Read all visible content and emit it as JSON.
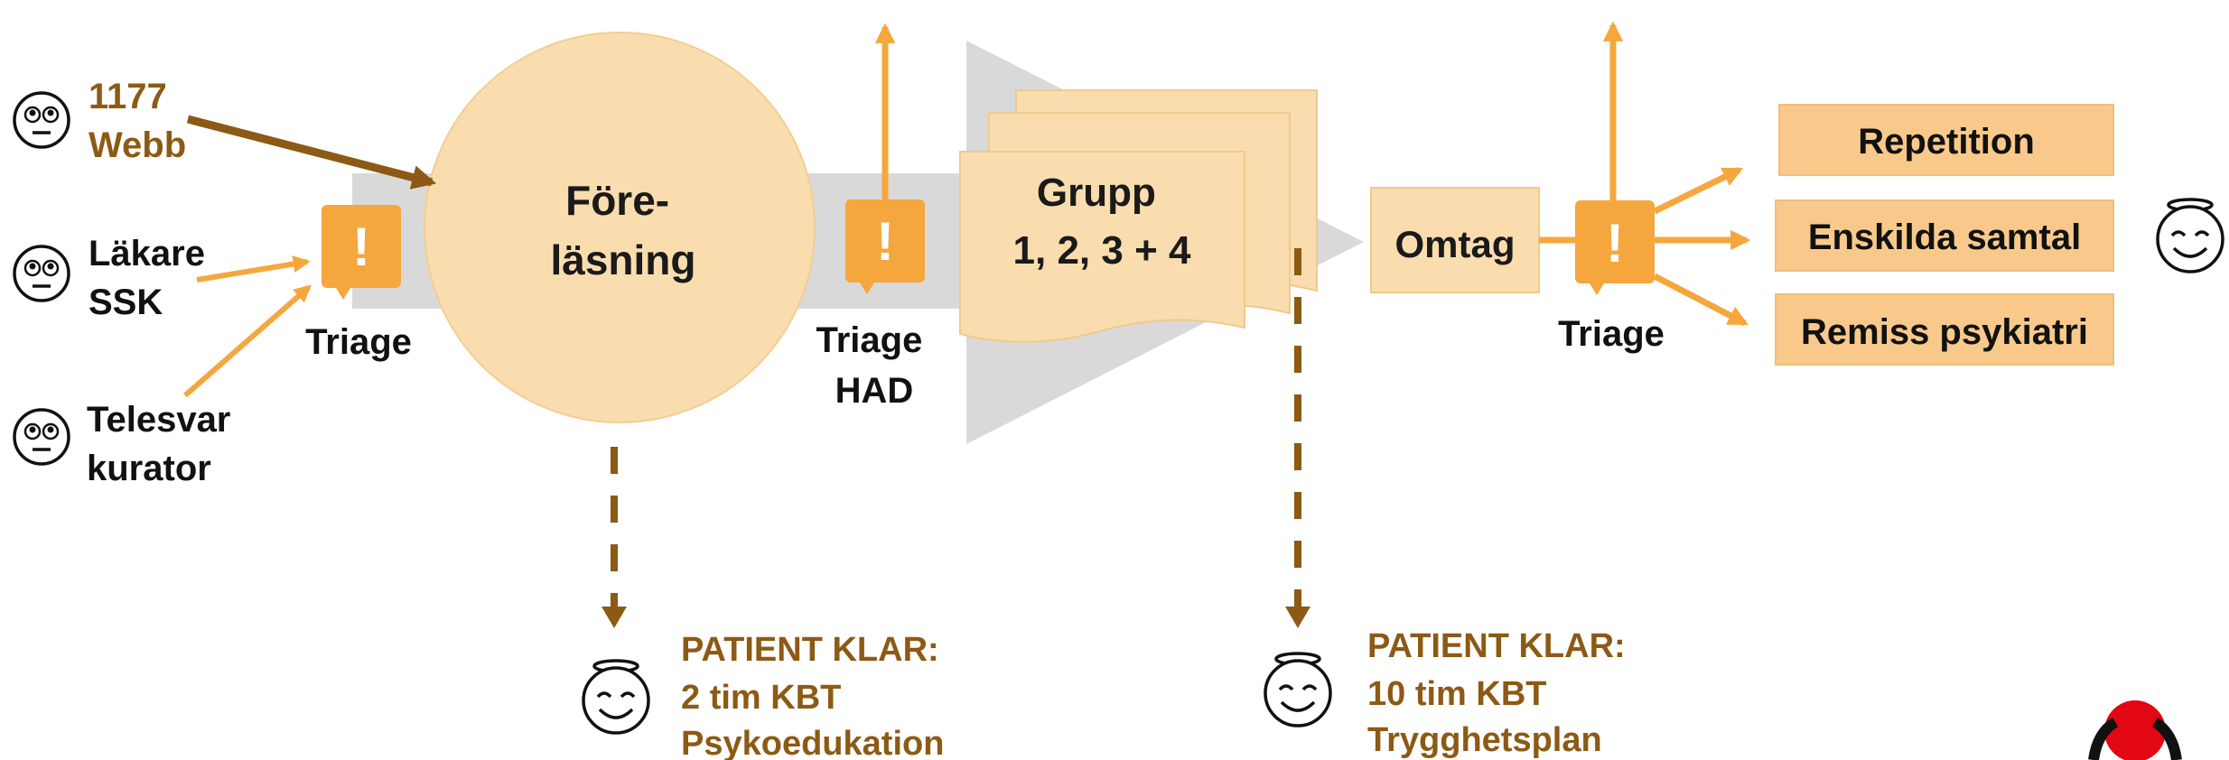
{
  "sources": {
    "webb": {
      "line1": "1177",
      "line2": "Webb"
    },
    "lakare": {
      "line1": "Läkare",
      "line2": "SSK"
    },
    "telesvar": {
      "line1": "Telesvar",
      "line2": "kurator"
    }
  },
  "triage1": {
    "label": "Triage"
  },
  "lecture": {
    "line1": "Före-",
    "line2": "läsning"
  },
  "triage2": {
    "line1": "Triage",
    "line2": "HAD"
  },
  "group": {
    "line1": "Grupp",
    "line2": "1, 2, 3 + 4"
  },
  "omtag": {
    "label": "Omtag"
  },
  "triage3": {
    "label": "Triage"
  },
  "outcomes": {
    "repetition": "Repetition",
    "enskilda": "Enskilda samtal",
    "remiss": "Remiss psykiatri"
  },
  "exit1": {
    "line1": "PATIENT KLAR:",
    "line2": "2 tim KBT",
    "line3": "Psykoedukation"
  },
  "exit2": {
    "line1": "PATIENT KLAR:",
    "line2": "10 tim KBT",
    "line3": "Trygghetsplan"
  },
  "warning_glyph": "!",
  "colors": {
    "accent_orange": "#F5A73D",
    "brown": "#8C5A14",
    "peach": "#FADDAE",
    "grey": "#D9D9D9",
    "logo_red": "#E30613"
  },
  "icons": [
    "worried-face-icon",
    "happy-halo-face-icon",
    "warning-bubble-icon",
    "logo-mark"
  ]
}
